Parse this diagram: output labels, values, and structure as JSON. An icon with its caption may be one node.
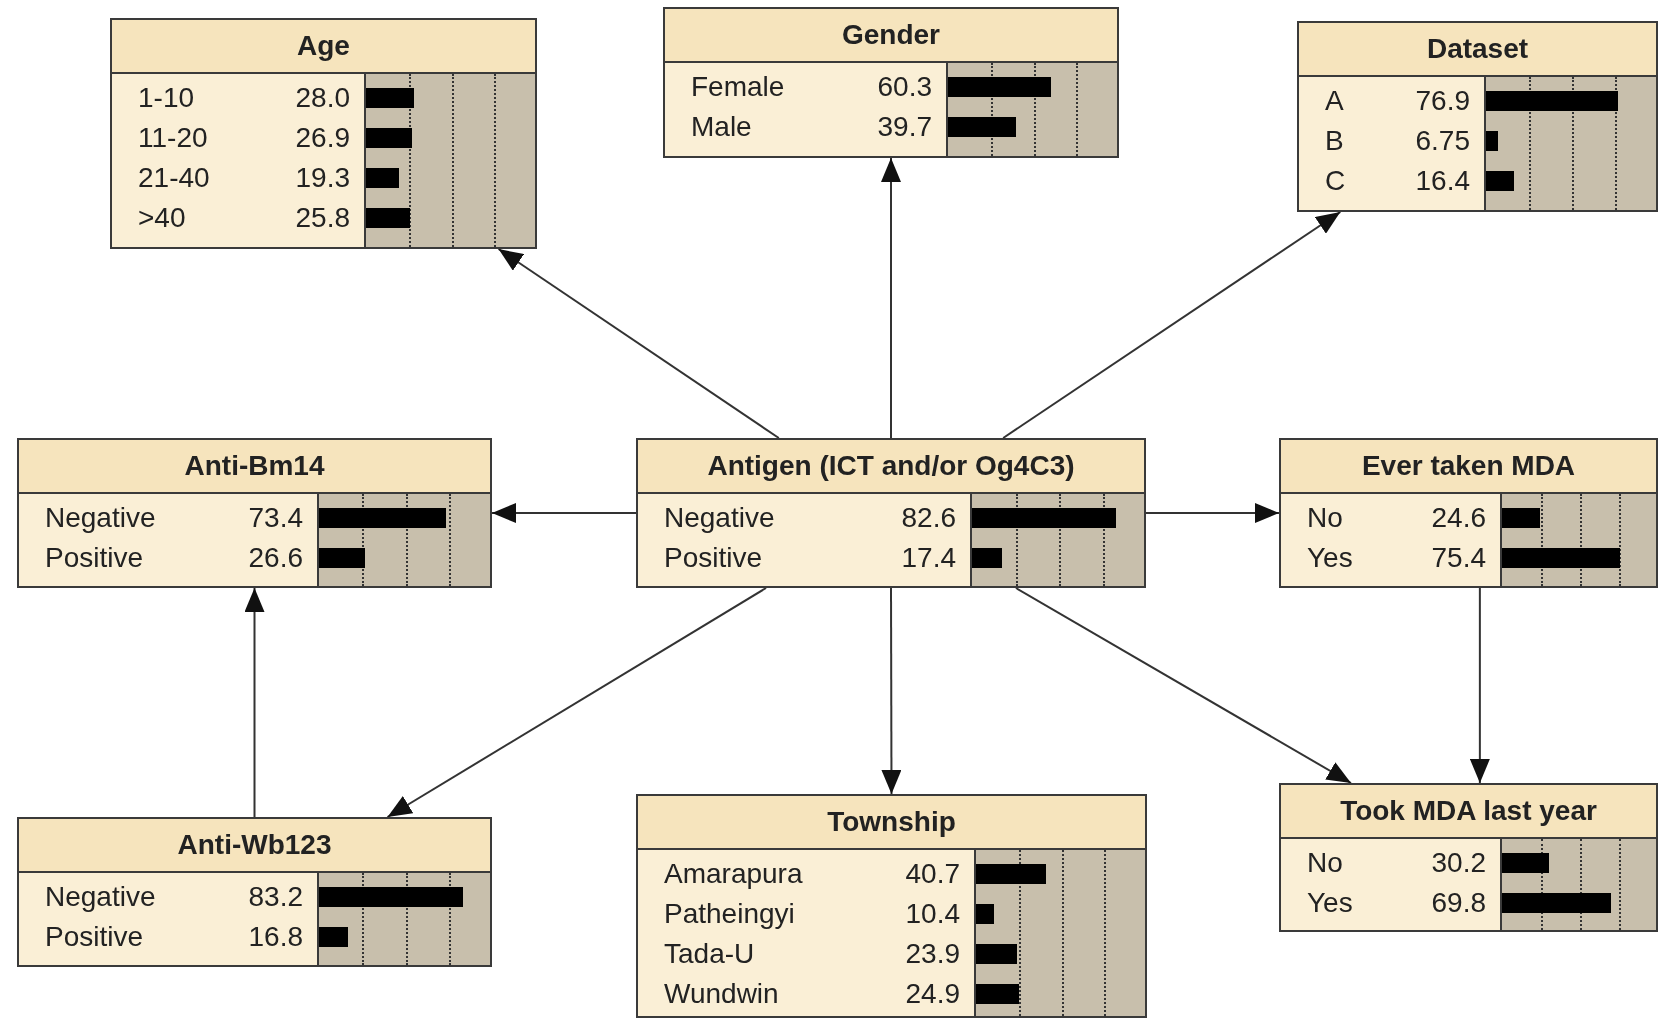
{
  "diagram": {
    "nodes": [
      {
        "text": [
          "Age",
          "1-10",
          "28.0",
          "11-20",
          "26.9",
          "21-40",
          "19.3",
          ">40",
          "25.8"
        ]
      },
      {
        "text": [
          "Gender",
          "Female",
          "60.3",
          "Male",
          "39.7"
        ]
      },
      {
        "text": [
          "Dataset",
          "A",
          "76.9",
          "B",
          "6.75",
          "C",
          "16.4"
        ]
      },
      {
        "text": [
          "Anti-Bm14",
          "Negative",
          "73.4",
          "Positive",
          "26.6"
        ]
      },
      {
        "text": [
          "Antigen (ICT and/or Og4C3)",
          "Negative",
          "82.6",
          "Positive",
          "17.4"
        ]
      },
      {
        "text": [
          "Ever taken MDA",
          "No",
          "24.6",
          "Yes",
          "75.4"
        ]
      },
      {
        "text": [
          "Anti-Wb123",
          "Negative",
          "83.2",
          "Positive",
          "16.8"
        ]
      },
      {
        "text": [
          "Township",
          "Amarapura",
          "40.7",
          "Patheingyi",
          "10.4",
          "Tada-U",
          "23.9",
          "Wundwin",
          "24.9"
        ]
      },
      {
        "text": [
          "Took MDA last year",
          "No",
          "30.2",
          "Yes",
          "69.8"
        ]
      }
    ],
    "edges": [
      {
        "from": 4,
        "to": 0,
        "arrow": "to"
      },
      {
        "from": 4,
        "to": 1,
        "arrow": "to"
      },
      {
        "from": 4,
        "to": 2,
        "arrow": "to"
      },
      {
        "from": 4,
        "to": 3,
        "arrow": "to"
      },
      {
        "from": 4,
        "to": 5,
        "arrow": "to"
      },
      {
        "from": 4,
        "to": 6,
        "arrow": "to"
      },
      {
        "from": 4,
        "to": 7,
        "arrow": "to"
      },
      {
        "from": 4,
        "to": 8,
        "arrow": "to"
      },
      {
        "from": 5,
        "to": 8,
        "arrow": "to"
      },
      {
        "from": 6,
        "to": 3,
        "arrow": "to"
      }
    ]
  }
}
